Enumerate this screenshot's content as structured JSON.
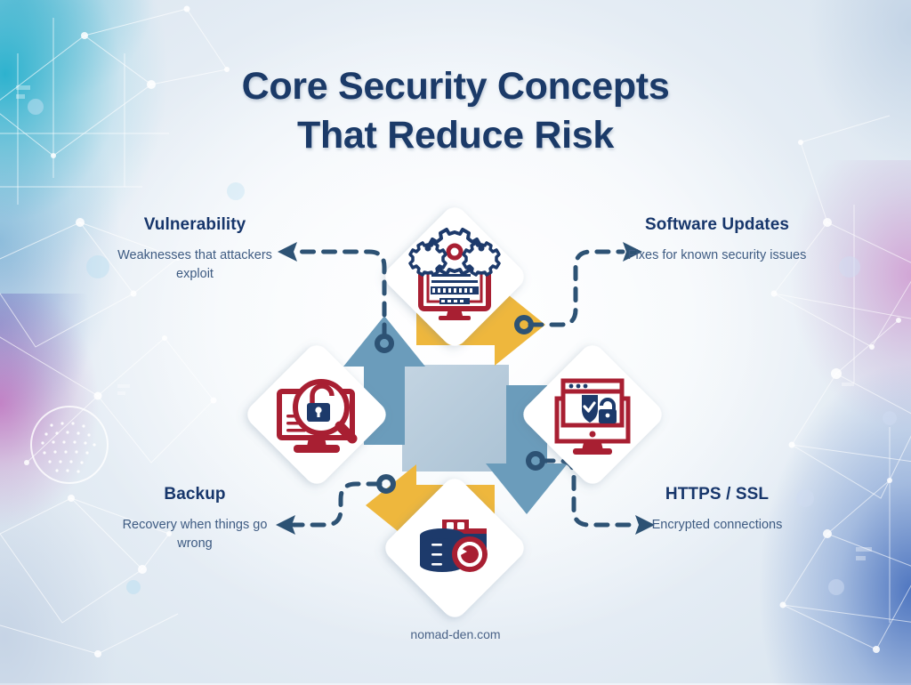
{
  "title": {
    "line1": "Core Security Concepts",
    "line2": "That Reduce Risk"
  },
  "footer": {
    "text": "nomad-den.com"
  },
  "labels": {
    "vulnerability": {
      "heading": "Vulnerability",
      "subtitle": "Weaknesses that attackers exploit"
    },
    "software_updates": {
      "heading": "Software Updates",
      "subtitle": "Fixes for known security issues"
    },
    "backup": {
      "heading": "Backup",
      "subtitle": "Recovery when things go wrong"
    },
    "https_ssl": {
      "heading": "HTTPS / SSL",
      "subtitle": "Encrypted connections"
    }
  },
  "icons": {
    "top": "monitor-gears-icon",
    "right": "browser-shield-lock-icon",
    "bottom": "database-restore-icon",
    "left": "monitor-magnifier-unlocked-padlock-icon"
  },
  "arrows": {
    "up": {
      "name": "arrow-up",
      "color": "#6b9cbb"
    },
    "right": {
      "name": "arrow-right",
      "color": "#eeb73d"
    },
    "down": {
      "name": "arrow-down",
      "color": "#6b9cbb"
    },
    "left": {
      "name": "arrow-left",
      "color": "#eeb73d"
    }
  },
  "connectors": [
    {
      "name": "connector-top-left-to-vulnerability"
    },
    {
      "name": "connector-top-right-to-software-updates"
    },
    {
      "name": "connector-bottom-right-to-https-ssl"
    },
    {
      "name": "connector-bottom-left-to-backup"
    }
  ],
  "colors": {
    "title": "#1b3a68",
    "heading": "#17366b",
    "subtitle": "#3e5b82",
    "arrow_blue": "#6b9cbb",
    "arrow_yellow": "#eeb73d",
    "connector": "#2d5274",
    "icon_red": "#a81f32",
    "icon_navy": "#1d3a6b",
    "diamond": "#ffffff"
  }
}
